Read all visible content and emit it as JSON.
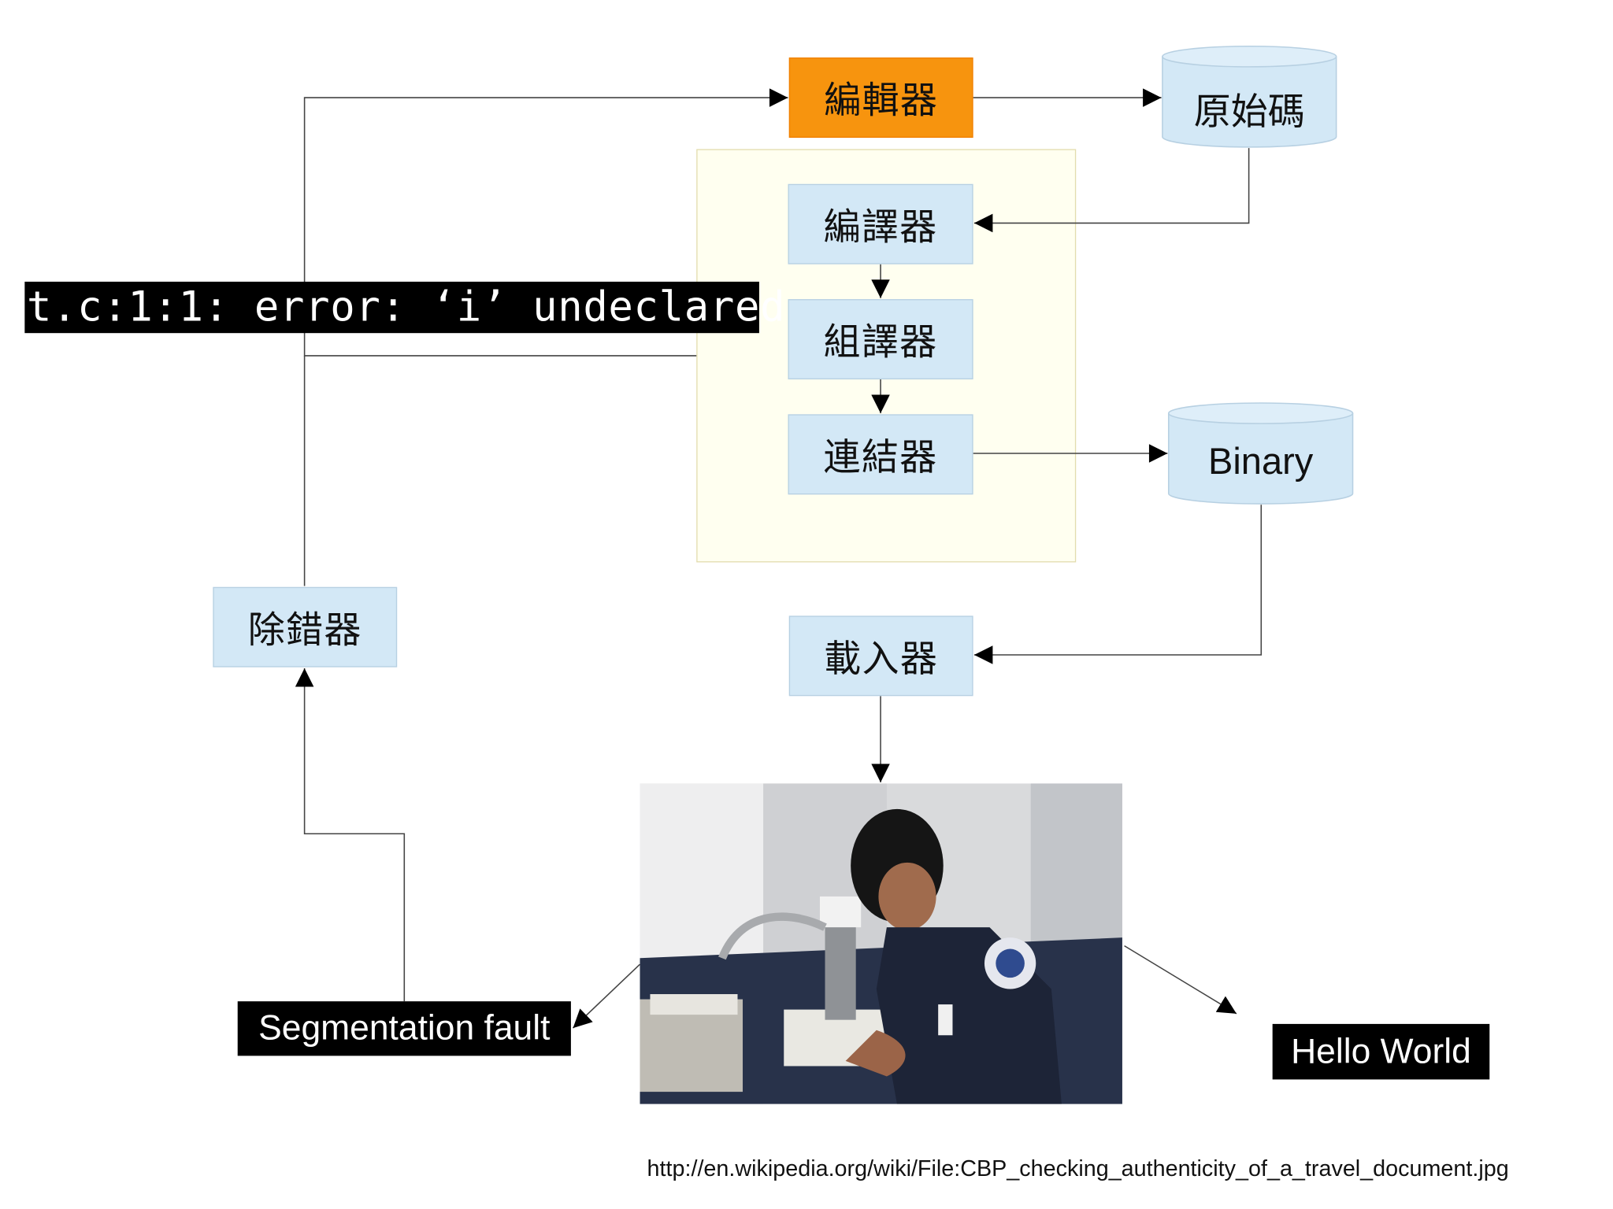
{
  "nodes": {
    "editor": "編輯器",
    "source": "原始碼",
    "compiler": "編譯器",
    "assembler": "組譯器",
    "linker": "連結器",
    "binary": "Binary",
    "debugger": "除錯器",
    "loader": "載入器"
  },
  "messages": {
    "compile_error": "t.c:1:1: error: ‘i’ undeclared",
    "segfault": "Segmentation fault",
    "hello": "Hello World"
  },
  "credit": {
    "url": "http://en.wikipedia.org/wiki/File:CBP_checking_authenticity_of_a_travel_document.jpg"
  },
  "colors": {
    "editor_box": "#f7940e",
    "process_box": "#d3e8f6",
    "toolchain_frame": "#fffff0",
    "connector": "#444444",
    "terminal_bg": "#000000"
  }
}
